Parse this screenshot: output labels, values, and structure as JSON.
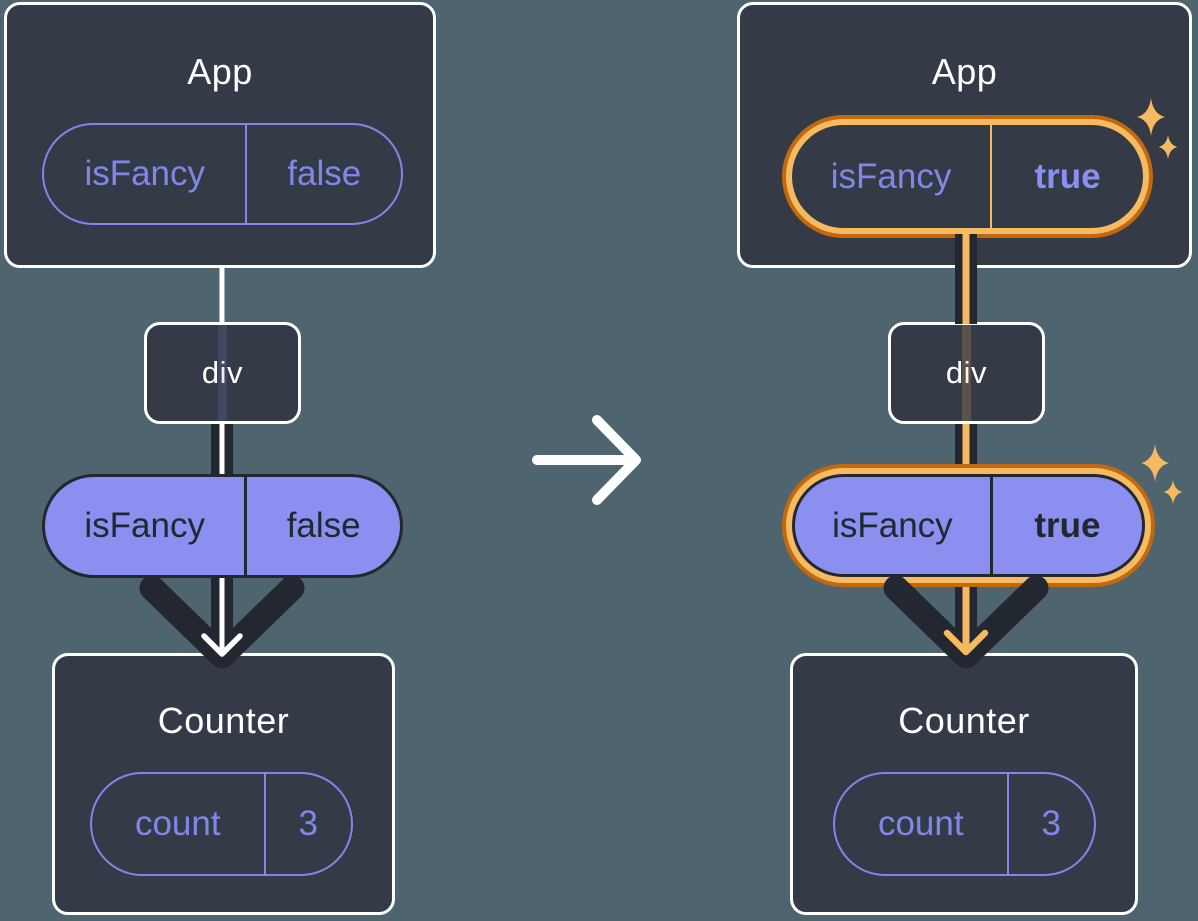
{
  "colors": {
    "background": "#4E6570",
    "card": "#343A46",
    "card_border": "#FFFFFF",
    "ink_dark": "#23272F",
    "purple_fill": "#8A8FF0",
    "purple_line": "#8187EA",
    "orange": "#F6BA61",
    "orange_dark": "#C2690F",
    "white": "#FFFFFF"
  },
  "before": {
    "app": {
      "title": "App",
      "prop_name": "isFancy",
      "prop_value": "false"
    },
    "div_label": "div",
    "passed_prop": {
      "name": "isFancy",
      "value": "false"
    },
    "counter": {
      "title": "Counter",
      "state_name": "count",
      "state_value": "3"
    }
  },
  "after": {
    "app": {
      "title": "App",
      "prop_name": "isFancy",
      "prop_value": "true"
    },
    "div_label": "div",
    "passed_prop": {
      "name": "isFancy",
      "value": "true"
    },
    "counter": {
      "title": "Counter",
      "state_name": "count",
      "state_value": "3"
    }
  },
  "icons": {
    "transition_arrow": "arrow-right-icon",
    "sparkles": "sparkle-icon"
  }
}
